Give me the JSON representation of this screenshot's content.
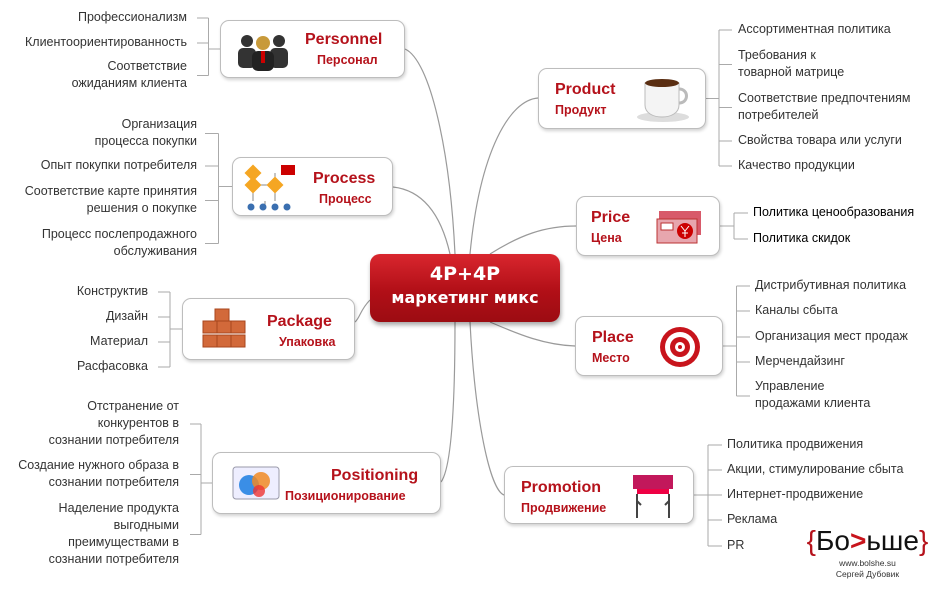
{
  "center": {
    "line1": "4P+4P",
    "line2": "маркетинг микс"
  },
  "nodes": {
    "personnel": {
      "title": "Personnel",
      "subtitle": "Персонал",
      "icon": "people-icon",
      "leaves": [
        "Профессионализм",
        "Клиентоориентированность",
        "Соответствие\nожиданиям клиента"
      ]
    },
    "process": {
      "title": "Process",
      "subtitle": "Процесс",
      "icon": "flowchart-icon",
      "leaves": [
        "Организация\nпроцесса покупки",
        "Опыт покупки потребителя",
        "Соответствие карте принятия\nрешения о покупке",
        "Процесс послепродажного\nобслуживания"
      ]
    },
    "package": {
      "title": "Package",
      "subtitle": "Упаковка",
      "icon": "boxes-icon",
      "leaves": [
        "Конструктив",
        "Дизайн",
        "Материал",
        "Расфасовка"
      ]
    },
    "positioning": {
      "title": "Positioning",
      "subtitle": "Позиционирование",
      "icon": "venn-icon",
      "leaves": [
        "Отстранение от\nконкурентов в\nсознании потребителя",
        "Создание нужного образа в\nсознании потребителя",
        "Наделение продукта\nвыгодными\nпреимуществами в\nсознании потребителя"
      ]
    },
    "product": {
      "title": "Product",
      "subtitle": "Продукт",
      "icon": "coffee-cup-icon",
      "leaves": [
        "Ассортиментная политика",
        "Требования к\nтоварной матрице",
        "Соответствие предпочтениям\nпотребителей",
        "Свойства товара или услуги",
        "Качество продукции"
      ]
    },
    "price": {
      "title": "Price",
      "subtitle": "Цена",
      "icon": "money-icon",
      "leaves": [
        "Политика ценообразования",
        "Политика скидок"
      ]
    },
    "place": {
      "title": "Place",
      "subtitle": "Место",
      "icon": "target-icon",
      "leaves": [
        "Дистрибутивная политика",
        "Каналы сбыта",
        "Организация мест продаж",
        "Мерчендайзинг",
        "Управление\nпродажами клиента"
      ]
    },
    "promotion": {
      "title": "Promotion",
      "subtitle": "Продвижение",
      "icon": "billboard-icon",
      "leaves": [
        "Политика продвижения",
        "Акции, стимулирование сбыта",
        "Интернет-продвижение",
        "Реклама",
        "PR"
      ]
    }
  },
  "logo": {
    "brace_open": "{",
    "word_a": "Бо",
    "gt": ">",
    "word_b": "ьше",
    "brace_close": "}",
    "url": "www.bolshe.su",
    "author": "Сергей Дубовик"
  },
  "colors": {
    "accent": "#b5121b",
    "line": "#9a9a9a"
  }
}
